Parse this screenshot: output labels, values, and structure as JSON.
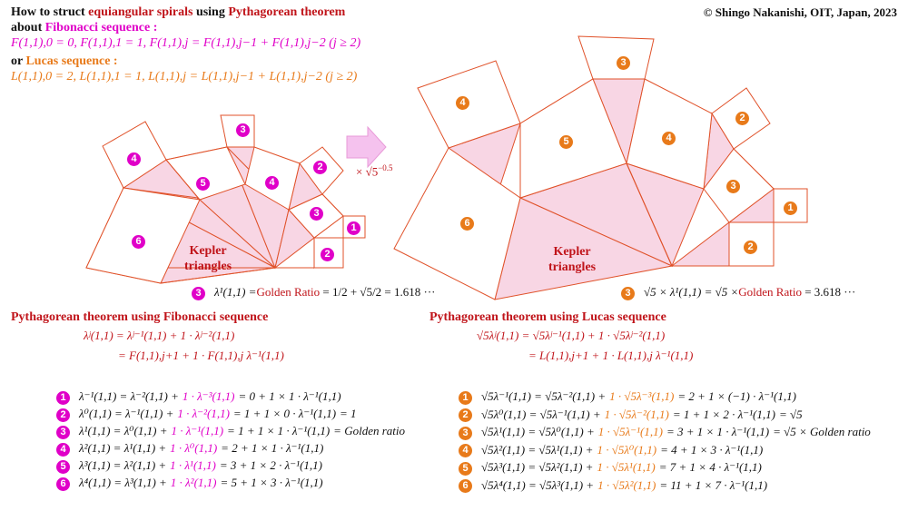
{
  "header": {
    "title_prefix": "How to struct ",
    "title_hl1": "equiangular spirals",
    "title_mid": " using ",
    "title_hl2": "Pythagorean theorem",
    "about": "about ",
    "fib": "Fibonacci sequence :",
    "fib_def": "F(1,1),0 = 0, F(1,1),1 = 1, F(1,1),j = F(1,1),j−1 + F(1,1),j−2 (j ≥ 2)",
    "or": "or ",
    "luc": "Lucas sequence :",
    "luc_def": "L(1,1),0 = 2, L(1,1),1 = 1, L(1,1),j = L(1,1),j−1 + L(1,1),j−2 (j ≥ 2)",
    "copyright": "© Shingo Nakanishi, OIT, Japan, 2023"
  },
  "diagram": {
    "left_kepler": [
      "Kepler",
      "triangles"
    ],
    "right_kepler": [
      "Kepler",
      "triangles"
    ],
    "scale_label": "× √5",
    "scale_exp": "−0.5",
    "left_badges": [
      "4",
      "3",
      "5",
      "4",
      "2",
      "3",
      "1",
      "6",
      "2"
    ],
    "right_badges": [
      "3",
      "4",
      "5",
      "4",
      "2",
      "3",
      "1",
      "6",
      "2"
    ],
    "colors": {
      "pink": "#f8d6e4",
      "line": "#e0522a",
      "magenta": "#e000c8",
      "orange": "#e87a1a",
      "red": "#c0141a"
    }
  },
  "golden": {
    "left_num": "3",
    "left_lhs": "λ¹(1,1) =",
    "left_gr": "Golden Ratio",
    "left_rhs": "= 1/2 + √5/2 = 1.618 ···",
    "right_num": "3",
    "right_lhs": "√5 × λ¹(1,1) = √5 ×",
    "right_gr": "Golden Ratio",
    "right_rhs": "= 3.618 ···"
  },
  "fib_section": {
    "heading": "Pythagorean theorem using Fibonacci sequence",
    "line1": "λʲ(1,1) = λʲ⁻¹(1,1) + 1 · λʲ⁻²(1,1)",
    "line2": "= F(1,1),j+1 + 1 · F(1,1),j λ⁻¹(1,1)",
    "rows": [
      {
        "n": "1",
        "a": "λ⁻¹(1,1) = λ⁻²(1,1) +",
        "b": "1 · λ⁻³(1,1)",
        "c": "= 0 + 1 × 1 · λ⁻¹(1,1)",
        "d": ""
      },
      {
        "n": "2",
        "a": "λ⁰(1,1) = λ⁻¹(1,1) +",
        "b": "1 · λ⁻²(1,1)",
        "c": "= 1 + 1 × 0 · λ⁻¹(1,1)",
        "d": "= 1"
      },
      {
        "n": "3",
        "a": "λ¹(1,1) = λ⁰(1,1) +",
        "b": "1 · λ⁻¹(1,1)",
        "c": "= 1 + 1 × 1 · λ⁻¹(1,1)",
        "d": "= Golden ratio"
      },
      {
        "n": "4",
        "a": "λ²(1,1) = λ¹(1,1) +",
        "b": "1 · λ⁰(1,1)",
        "c": "= 2 + 1 × 1 · λ⁻¹(1,1)",
        "d": ""
      },
      {
        "n": "5",
        "a": "λ³(1,1) = λ²(1,1) +",
        "b": "1 · λ¹(1,1)",
        "c": "= 3 + 1 × 2 · λ⁻¹(1,1)",
        "d": ""
      },
      {
        "n": "6",
        "a": "λ⁴(1,1) = λ³(1,1) +",
        "b": "1 · λ²(1,1)",
        "c": "= 5 + 1 × 3 · λ⁻¹(1,1)",
        "d": ""
      }
    ]
  },
  "luc_section": {
    "heading": "Pythagorean theorem using Lucas sequence",
    "line1": "√5λʲ(1,1) = √5λʲ⁻¹(1,1) + 1 · √5λʲ⁻²(1,1)",
    "line2": "= L(1,1),j+1 + 1 · L(1,1),j λ⁻¹(1,1)",
    "rows": [
      {
        "n": "1",
        "a": "√5λ⁻¹(1,1) = √5λ⁻²(1,1) +",
        "b": "1 · √5λ⁻³(1,1)",
        "c": "= 2 + 1 × (−1) · λ⁻¹(1,1)",
        "d": ""
      },
      {
        "n": "2",
        "a": "√5λ⁰(1,1) = √5λ⁻¹(1,1) +",
        "b": "1 · √5λ⁻²(1,1)",
        "c": "= 1 + 1 × 2 · λ⁻¹(1,1)",
        "d": "= √5"
      },
      {
        "n": "3",
        "a": "√5λ¹(1,1) = √5λ⁰(1,1) +",
        "b": "1 · √5λ⁻¹(1,1)",
        "c": "= 3 + 1 × 1 · λ⁻¹(1,1)",
        "d": "= √5 × Golden ratio"
      },
      {
        "n": "4",
        "a": "√5λ²(1,1) = √5λ¹(1,1) +",
        "b": "1 · √5λ⁰(1,1)",
        "c": "= 4 + 1 × 3 · λ⁻¹(1,1)",
        "d": ""
      },
      {
        "n": "5",
        "a": "√5λ³(1,1) = √5λ²(1,1) +",
        "b": "1 · √5λ¹(1,1)",
        "c": "= 7 + 1 × 4 · λ⁻¹(1,1)",
        "d": ""
      },
      {
        "n": "6",
        "a": "√5λ⁴(1,1) = √5λ³(1,1) +",
        "b": "1 · √5λ²(1,1)",
        "c": "= 11 + 1 × 7 · λ⁻¹(1,1)",
        "d": ""
      }
    ]
  }
}
